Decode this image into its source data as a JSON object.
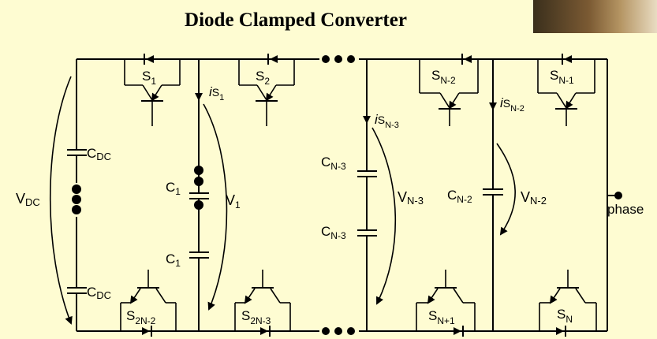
{
  "title": "Diode Clamped Converter",
  "labels": {
    "s1": "S",
    "s1_sub": "1",
    "s2": "S",
    "s2_sub": "2",
    "sn2": "S",
    "sn2_sub": "N-2",
    "sn1": "S",
    "sn1_sub": "N-1",
    "s2n2": "S",
    "s2n2_sub": "2N-2",
    "s2n3": "S",
    "s2n3_sub": "2N-3",
    "snp1": "S",
    "snp1_sub": "N+1",
    "sn": "S",
    "sn_sub": "N",
    "cdc_top": "C",
    "cdc_top_sub": "DC",
    "cdc_bot": "C",
    "cdc_bot_sub": "DC",
    "c1_top": "C",
    "c1_top_sub": "1",
    "c1_bot": "C",
    "c1_bot_sub": "1",
    "cn3_top": "C",
    "cn3_top_sub": "N-3",
    "cn3_bot": "C",
    "cn3_bot_sub": "N-3",
    "cn2": "C",
    "cn2_sub": "N-2",
    "vdc": "V",
    "vdc_sub": "DC",
    "v1": "V",
    "v1_sub": "1",
    "vn3": "V",
    "vn3_sub": "N-3",
    "vn2": "V",
    "vn2_sub": "N-2",
    "is1": "i",
    "is1_s": "S",
    "is1_sub": "1",
    "isn3": "i",
    "isn3_s": "S",
    "isn3_sub": "N-3",
    "isn2": "i",
    "isn2_s": "S",
    "isn2_sub": "N-2",
    "phase": "phase"
  }
}
